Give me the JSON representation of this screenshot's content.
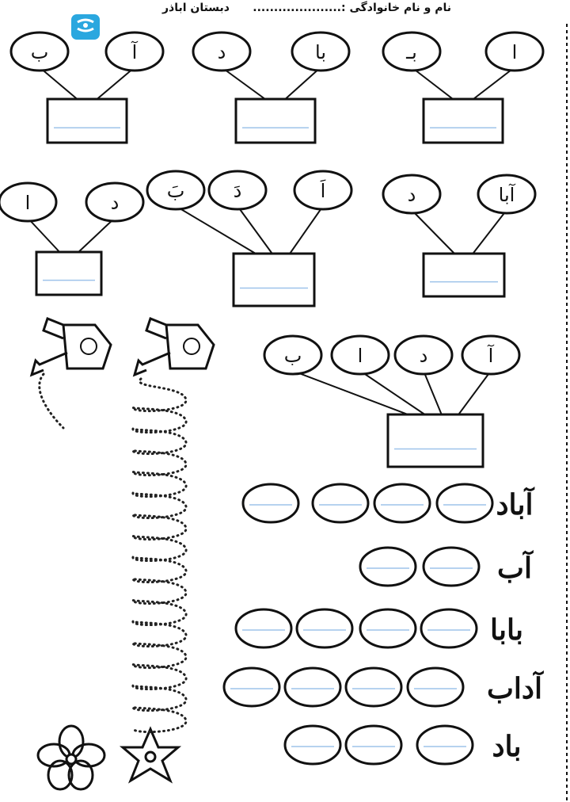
{
  "header": {
    "name_label": "نام و نام خانوادگی :.....................",
    "school_name": "دبستان اباذر"
  },
  "colors": {
    "ink": "#111111",
    "guide_line": "#9ec3ea",
    "dots": "#222222"
  },
  "icons": [
    "watering-can-icon",
    "flower-icon",
    "site-logo-icon"
  ],
  "combine_groups": [
    {
      "letters": [
        "ب",
        "آ"
      ]
    },
    {
      "letters": [
        "د",
        "با"
      ]
    },
    {
      "letters": [
        "بـ",
        "ا"
      ]
    },
    {
      "letters": [
        "ا",
        "د"
      ]
    },
    {
      "letters": [
        "بَ",
        "دَ",
        "اَ"
      ]
    },
    {
      "letters": [
        "د",
        "آبا"
      ]
    },
    {
      "letters": [
        "ب",
        "ا",
        "د",
        "آ"
      ]
    }
  ],
  "split_words": [
    {
      "word": "آباد",
      "count": 4
    },
    {
      "word": "آب",
      "count": 2
    },
    {
      "word": "بابا",
      "count": 4
    },
    {
      "word": "آداب",
      "count": 4
    },
    {
      "word": "باد",
      "count": 3
    }
  ]
}
